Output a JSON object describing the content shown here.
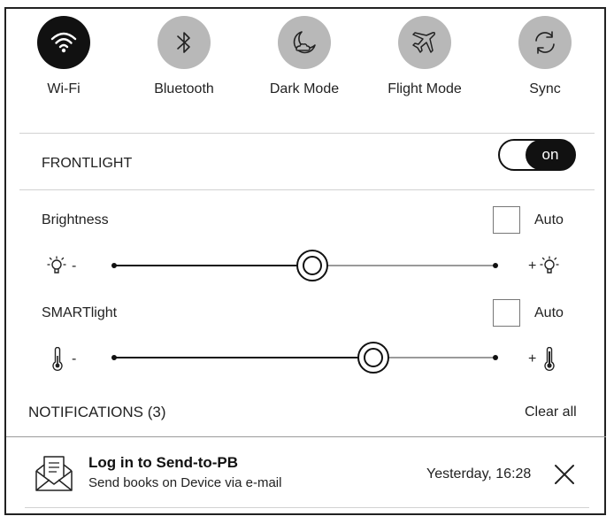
{
  "quick_toggles": [
    {
      "label": "Wi-Fi",
      "icon": "wifi-icon",
      "active": true
    },
    {
      "label": "Bluetooth",
      "icon": "bluetooth-icon",
      "active": false
    },
    {
      "label": "Dark Mode",
      "icon": "moon-icon",
      "active": false
    },
    {
      "label": "Flight Mode",
      "icon": "airplane-icon",
      "active": false
    },
    {
      "label": "Sync",
      "icon": "sync-icon",
      "active": false
    }
  ],
  "frontlight": {
    "label": "FRONTLIGHT",
    "switch_state": "on"
  },
  "brightness": {
    "label": "Brightness",
    "auto_label": "Auto",
    "auto_checked": false,
    "minus": "-",
    "plus": "+",
    "value_fraction": 0.52
  },
  "smartlight": {
    "label": "SMARTlight",
    "auto_label": "Auto",
    "auto_checked": false,
    "minus": "-",
    "plus": "+",
    "value_fraction": 0.68
  },
  "notifications": {
    "header": "NOTIFICATIONS (3)",
    "clear_all": "Clear all",
    "items": [
      {
        "title": "Log in to Send-to-PB",
        "subtitle": "Send books on Device via e-mail",
        "time": "Yesterday, 16:28",
        "icon": "envelope-icon"
      }
    ]
  },
  "colors": {
    "active": "#111111",
    "inactive_circle": "#b8b8b8",
    "divider": "#d2d2d2"
  }
}
